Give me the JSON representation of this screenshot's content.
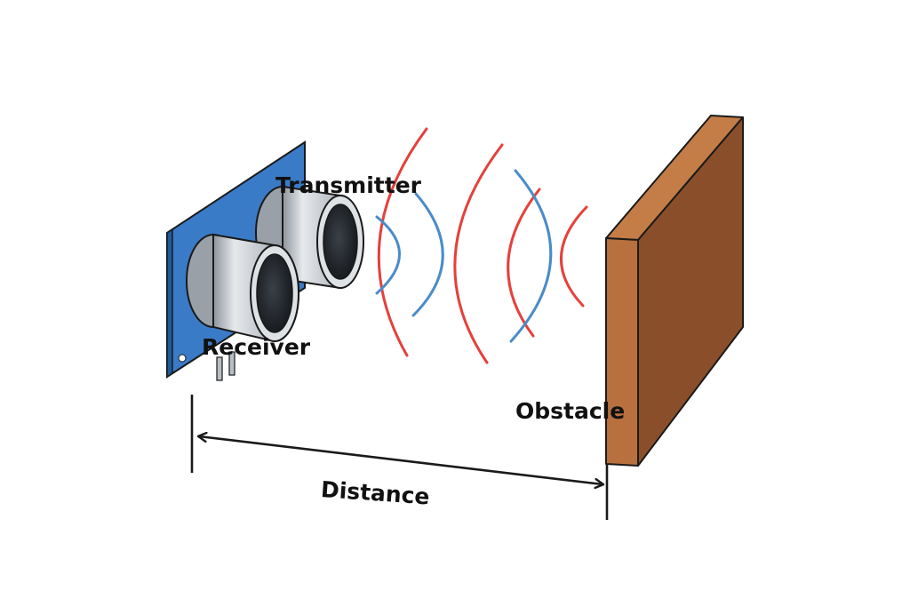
{
  "labels": {
    "transmitter": "Transmitter",
    "receiver": "Receiver",
    "obstacle": "Obstacle",
    "distance": "Distance"
  },
  "colors": {
    "board": "#3a7bc8",
    "board_edge": "#1f5a9e",
    "wave_emitted": "#e5403b",
    "wave_reflected": "#4a8cc9",
    "obstacle_front": "#b8703e",
    "obstacle_side": "#8a4f2a",
    "obstacle_top": "#c47d47",
    "outline": "#1a1a1a"
  },
  "icons": {
    "sensor": "ultrasonic-sensor-icon",
    "obstacle": "wall-block-icon"
  }
}
